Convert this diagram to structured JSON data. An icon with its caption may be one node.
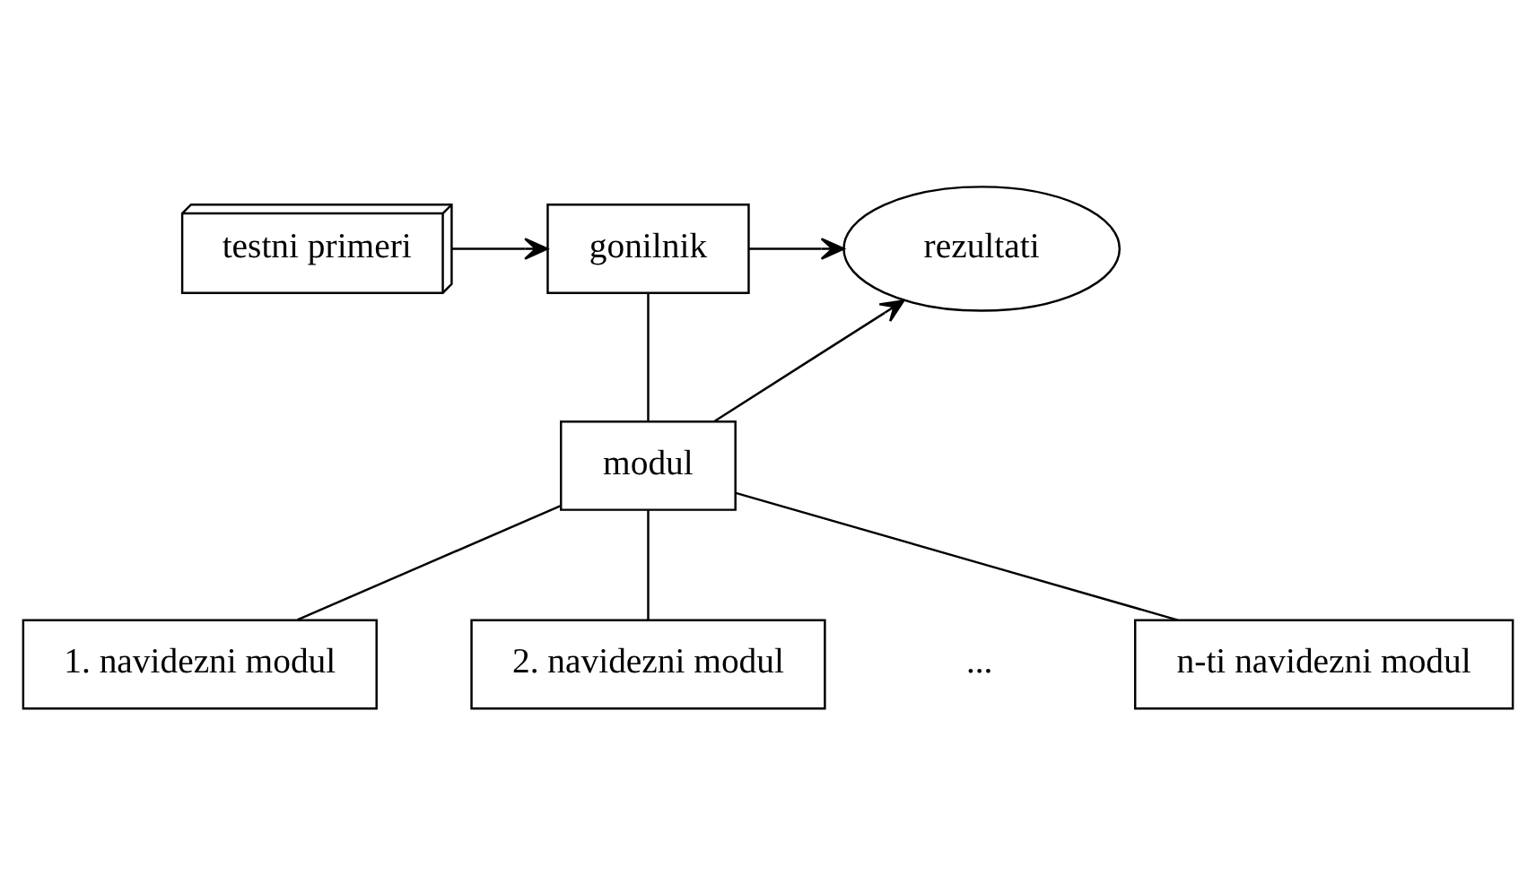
{
  "diagram": {
    "nodes": [
      {
        "text": [
          "testni primeri"
        ]
      },
      {
        "text": [
          "gonilnik"
        ]
      },
      {
        "text": [
          "rezultati"
        ]
      },
      {
        "text": [
          "modul"
        ]
      },
      {
        "text": [
          "1. navidezni modul"
        ]
      },
      {
        "text": [
          "2. navidezni modul"
        ]
      },
      {
        "text": [
          "n-ti navidezni modul"
        ]
      }
    ],
    "edges": [
      {
        "from": 0,
        "to": 1,
        "arrow": "to"
      },
      {
        "from": 1,
        "to": 2,
        "arrow": "to"
      },
      {
        "from": 1,
        "to": 3,
        "arrow": "none"
      },
      {
        "from": 3,
        "to": 2,
        "arrow": "to"
      },
      {
        "from": 3,
        "to": 4,
        "arrow": "none"
      },
      {
        "from": 3,
        "to": 5,
        "arrow": "none"
      },
      {
        "from": 3,
        "to": 6,
        "arrow": "none"
      }
    ],
    "labels": [
      "..."
    ]
  }
}
